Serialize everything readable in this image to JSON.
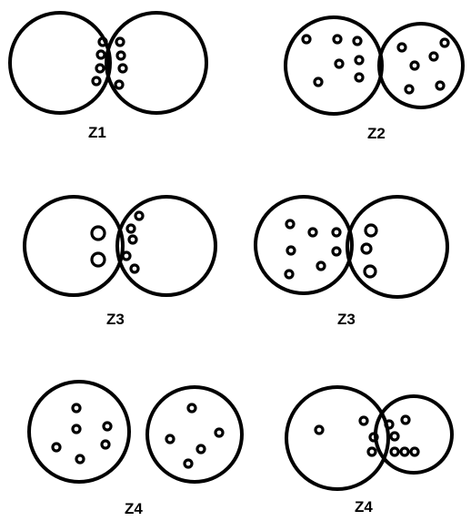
{
  "panels": [
    {
      "id": "top-left",
      "label": "Z1"
    },
    {
      "id": "top-right",
      "label": "Z2"
    },
    {
      "id": "middle-left",
      "label": "Z3"
    },
    {
      "id": "middle-right",
      "label": "Z3"
    },
    {
      "id": "bottom-left",
      "label": "Z4"
    },
    {
      "id": "bottom-right",
      "label": "Z4"
    }
  ]
}
